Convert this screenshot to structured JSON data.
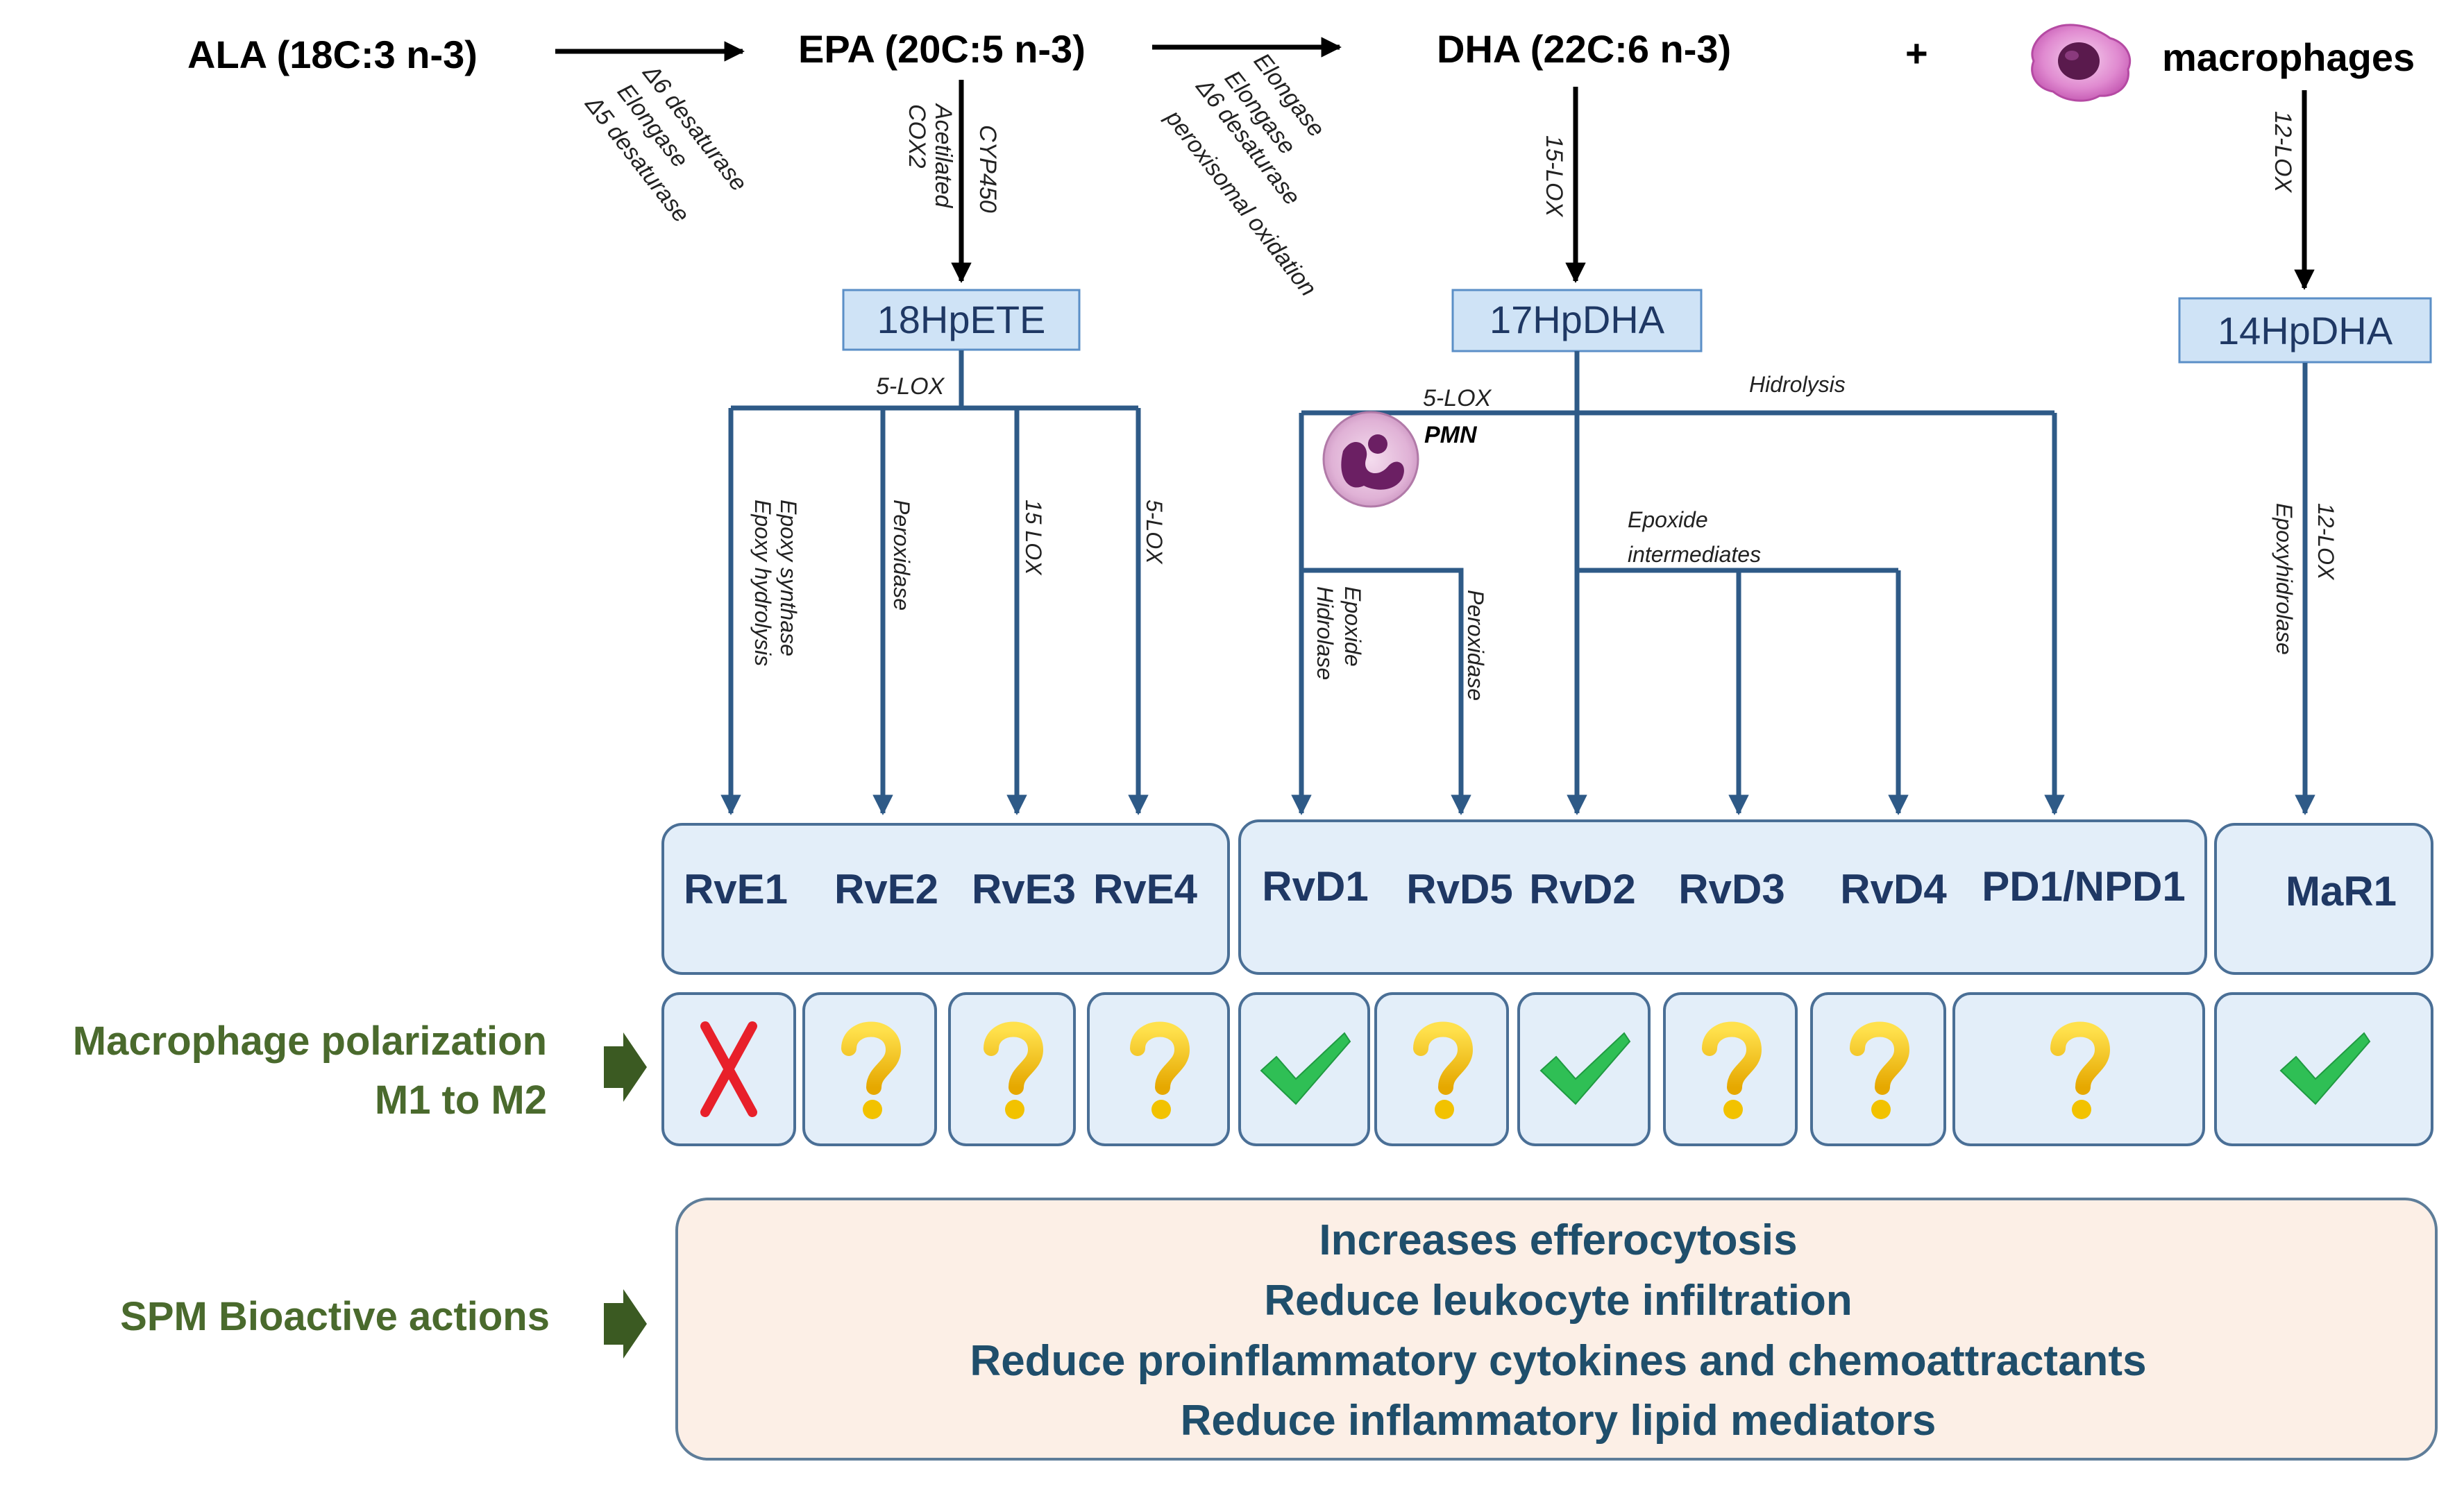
{
  "precursors": {
    "ala": "ALA (18C:3 n-3)",
    "epa": "EPA (20C:5 n-3)",
    "dha": "DHA (22C:6 n-3)",
    "plus": "+",
    "macrophages": "macrophages"
  },
  "enzymes": {
    "ala_to_epa": [
      "Δ6 desaturase",
      "Elongase",
      "Δ5 desaturase"
    ],
    "epa_to_18hpete": [
      "CYP450",
      "Acetilated",
      "COX2"
    ],
    "epa_to_dha": [
      "Elongase",
      "Elongase",
      "Δ6 desaturase",
      "peroxisomal oxidation"
    ],
    "dha_to_17hpdha": "15-LOX",
    "mac_to_14hpdha": "12-LOX",
    "e_branch": "5-LOX",
    "rve1": [
      "Epoxy synthase",
      "Epoxy hydrolysis"
    ],
    "rve2": "Peroxidase",
    "rve3": "15 LOX",
    "rve4": "5-LOX",
    "d_branch": "5-LOX",
    "pmn": "PMN",
    "hidrolysis": "Hidrolysis",
    "rvd1": [
      "Epoxide",
      "Hidrolase"
    ],
    "rvd5": "Peroxidase",
    "epoxide_intermediates": [
      "Epoxide",
      "intermediates"
    ],
    "mar1": [
      "12-LOX",
      "Epoxyhidrolase"
    ]
  },
  "intermediates": {
    "hpete18": "18HpETE",
    "hpdha17": "17HpDHA",
    "hpdha14": "14HpDHA"
  },
  "products": {
    "e_series": [
      "RvE1",
      "RvE2",
      "RvE3",
      "RvE4"
    ],
    "d_series": [
      "RvD1",
      "RvD5",
      "RvD2",
      "RvD3",
      "RvD4",
      "PD1/NPD1"
    ],
    "maresin": "MaR1"
  },
  "polarization": {
    "label": [
      "Macrophage polarization",
      "M1 to M2"
    ],
    "status_icons": [
      "cross-icon",
      "question-icon",
      "question-icon",
      "question-icon",
      "check-icon",
      "question-icon",
      "check-icon",
      "question-icon",
      "question-icon",
      "question-icon",
      "check-icon"
    ],
    "colors": {
      "cross": "#e8202a",
      "question": "#f2c200",
      "check": "#2fbf55"
    }
  },
  "bioactive": {
    "label": "SPM Bioactive actions",
    "actions": [
      "Increases efferocytosis",
      "Reduce leukocyte infiltration",
      "Reduce proinflammatory cytokines and chemoattractants",
      "Reduce inflammatory lipid mediators"
    ]
  },
  "colors": {
    "pathway_line": "#2e5a87",
    "product_text": "#1f3864",
    "side_label": "#4a6a2d",
    "action_text": "#1f4e6b",
    "action_box": "#fcefe6",
    "product_box": "#e3eef9",
    "intermediate_box": "#cfe3f6"
  }
}
